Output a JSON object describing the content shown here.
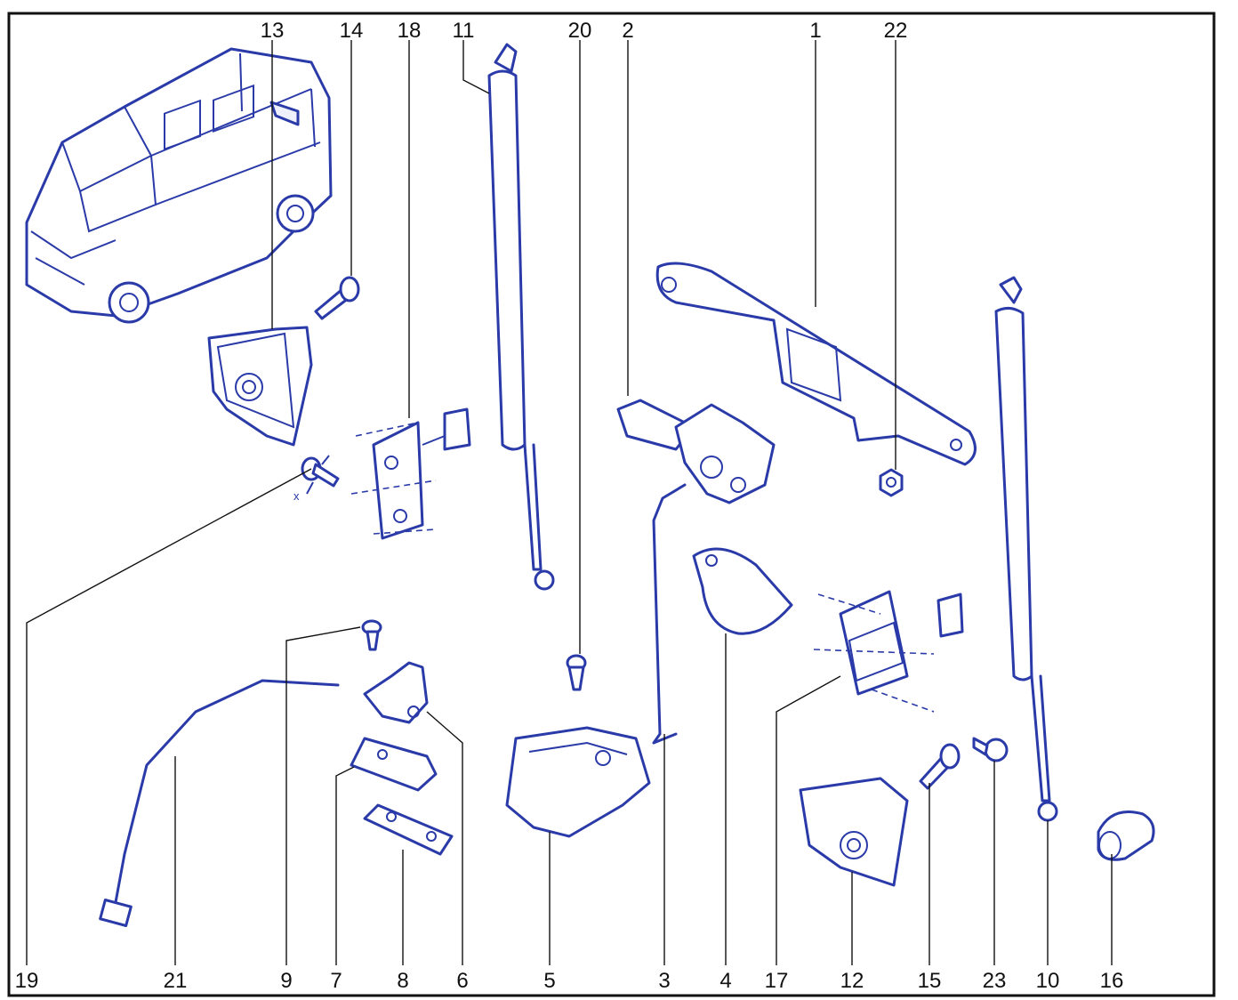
{
  "diagram": {
    "callouts": {
      "c13": "13",
      "c14": "14",
      "c18": "18",
      "c11": "11",
      "c20": "20",
      "c2": "2",
      "c1": "1",
      "c22": "22",
      "c19": "19",
      "c21": "21",
      "c9": "9",
      "c7": "7",
      "c8": "8",
      "c6": "6",
      "c5": "5",
      "c3": "3",
      "c4": "4",
      "c17": "17",
      "c12": "12",
      "c15": "15",
      "c23": "23",
      "c10": "10",
      "c16": "16"
    },
    "dimension_marker": "x",
    "colors": {
      "line": "#2a3aa8",
      "frame": "#111111",
      "background": "#ffffff"
    }
  }
}
